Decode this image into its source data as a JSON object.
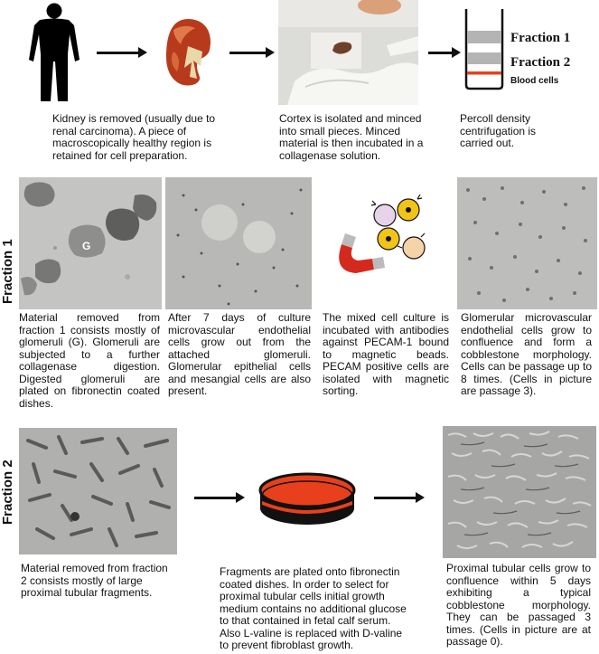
{
  "top": {
    "step1_caption": "Kidney is removed  (usually due to renal carcinoma).  A piece of macroscopically healthy region is retained for  cell preparation.",
    "step2_caption": "Cortex is isolated and minced into small pieces.  Minced material is then incubated in a collagenase solution.",
    "step3_caption": "Percoll density centrifugation is carried out.",
    "tube": {
      "fraction1_label": "Fraction 1",
      "fraction2_label": "Fraction 2",
      "blood_label": "Blood cells"
    }
  },
  "fraction1": {
    "side_label": "Fraction 1",
    "glomerulus_marker": "G",
    "captions": [
      "Material removed from fraction 1 consists mostly of glomeruli (G). Glomeruli are subjected to a further collagenase digestion. Digested glomeruli are plated on fibronectin coated dishes.",
      "After 7 days of culture microvascular endothelial cells grow out from the attached glomeruli. Glomerular epithelial cells and mesangial cells are also present.",
      "The mixed cell culture is incubated with antibodies against PECAM-1 bound to magnetic beads. PECAM positive cells are isolated with magnetic sorting.",
      "Glomerular microvascular endothelial cells grow to confluence and form a cobblestone morphology. Cells can be passage up to 8 times. (Cells in picture are passage 3)."
    ]
  },
  "fraction2": {
    "side_label": "Fraction 2",
    "captions": [
      "Material removed from fraction 2 consists mostly of large proximal tubular fragments.",
      "Fragments are plated onto fibronectin coated dishes. In order to select for proximal tubular cells initial growth medium contains no additional glucose to that contained in fetal calf serum. Also L-valine is replaced with D-valine to prevent fibroblast growth.",
      "Proximal tubular cells grow to confluence within 5 days exhibiting a typical cobblestone morphology. They can be passaged 3 times. (Cells in picture are at passage 0)."
    ]
  },
  "icons": [
    "human-silhouette-icon",
    "kidney-icon",
    "gloved-hand-photo",
    "centrifuge-tube-icon",
    "magnet-icon",
    "petri-dish-icon"
  ],
  "colors": {
    "blood_band": "#e8401c",
    "band_gray": "#b4b4b4",
    "dish_red": "#e8401c",
    "magnet_red": "#d42a1e"
  }
}
